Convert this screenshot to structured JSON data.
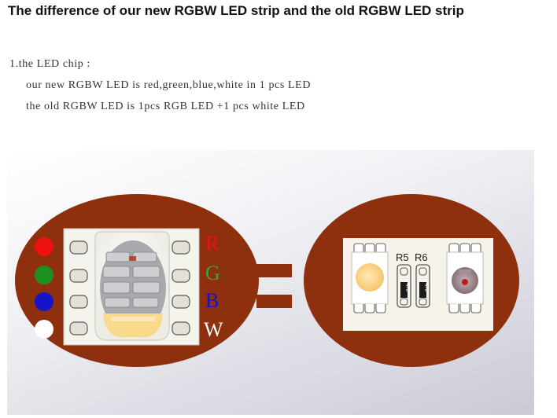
{
  "header": {
    "title": "The difference of our new RGBW LED strip and the old RGBW LED strip"
  },
  "description": {
    "heading": "1.the LED chip :",
    "line_new": "our new RGBW LED is red,green,blue,white in 1 pcs LED",
    "line_old": "the old RGBW LED is 1pcs RGB LED +1 pcs white LED"
  },
  "illustration": {
    "channel_letters": [
      "R",
      "G",
      "B",
      "W"
    ],
    "channel_colors": [
      "#ee1111",
      "#1e8f1e",
      "#1414c8",
      "#ffffff"
    ],
    "resistor_labels": [
      "R5",
      "R6"
    ],
    "resistor_codes": [
      "470",
      "470"
    ],
    "disc_color": "#8e2f0d",
    "pcb_color": "#f5f3ea"
  }
}
